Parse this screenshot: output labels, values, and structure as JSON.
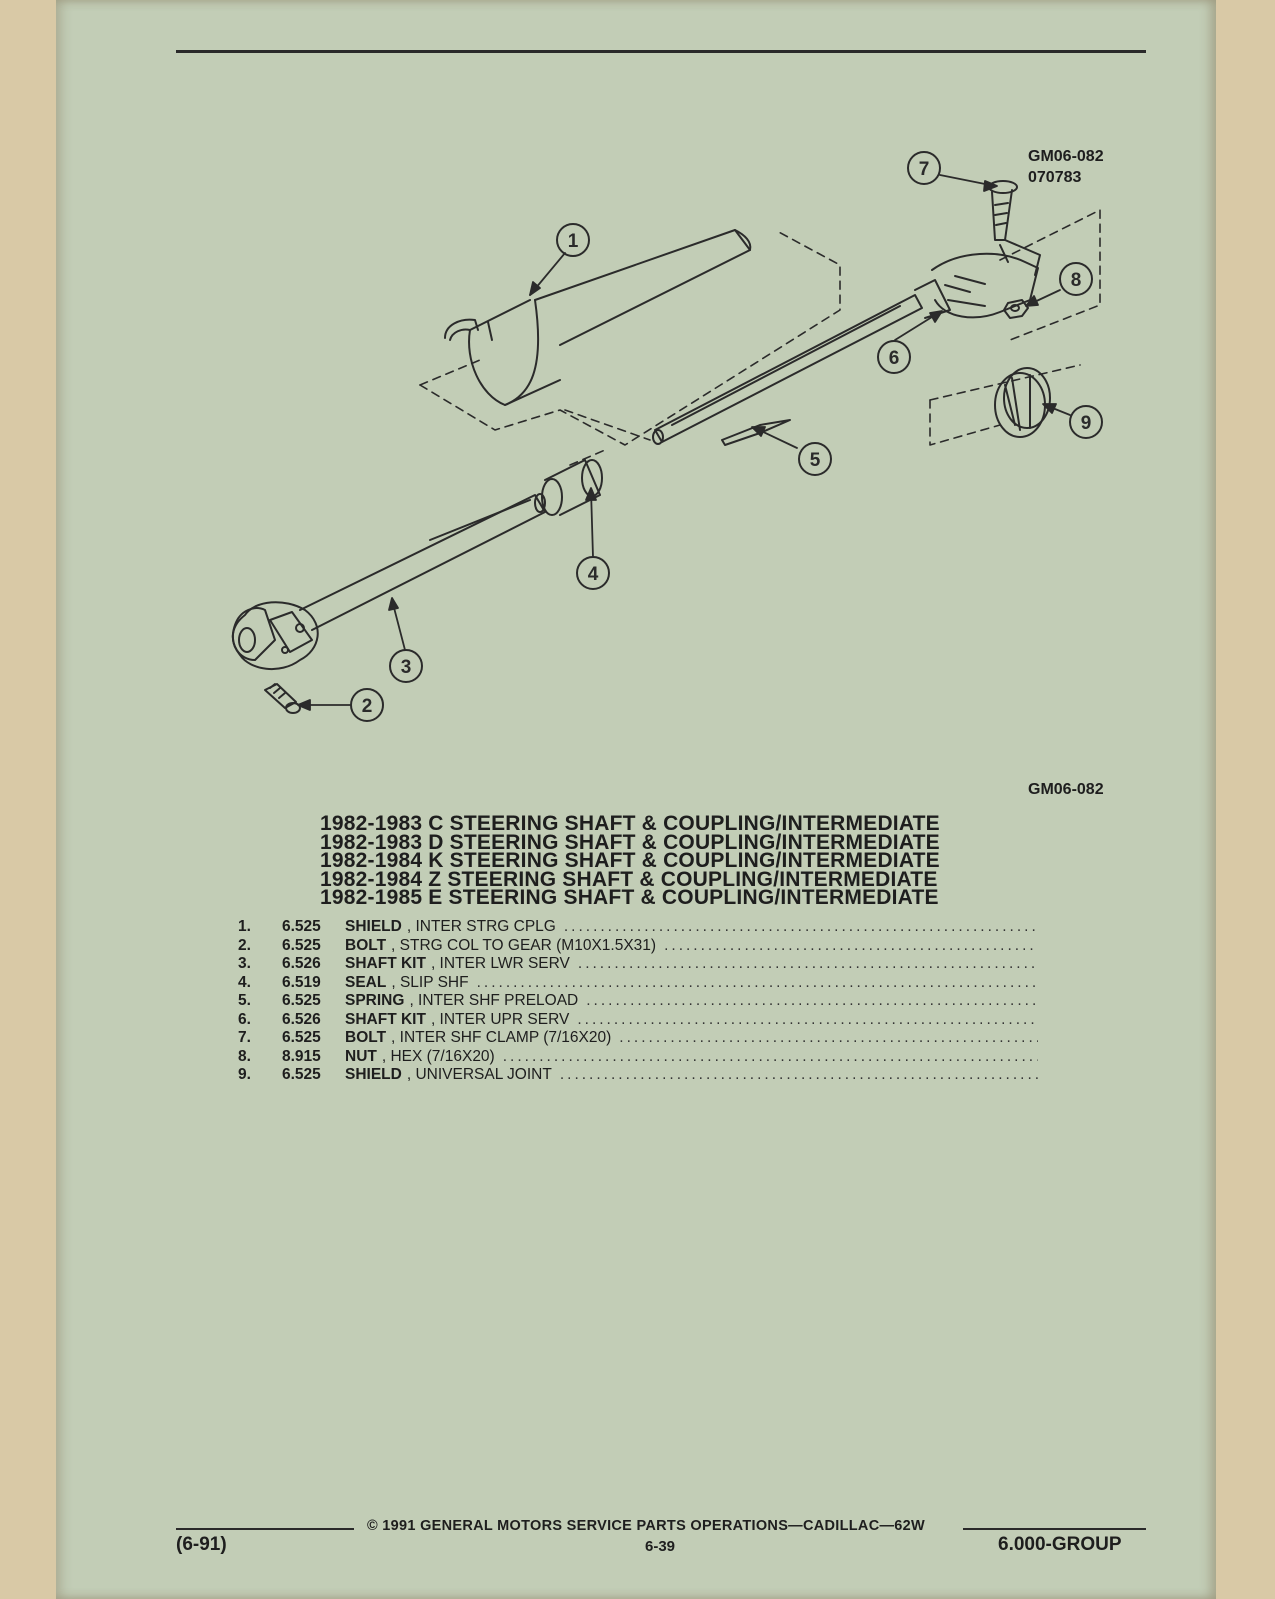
{
  "diagram": {
    "code_top": [
      "GM06-082",
      "070783"
    ],
    "code_bottom": "GM06-082",
    "callouts": [
      "1",
      "2",
      "3",
      "4",
      "5",
      "6",
      "7",
      "8",
      "9"
    ]
  },
  "titles": [
    "1982-1983 C STEERING SHAFT & COUPLING/INTERMEDIATE",
    "1982-1983 D STEERING SHAFT & COUPLING/INTERMEDIATE",
    "1982-1984 K STEERING SHAFT & COUPLING/INTERMEDIATE",
    "1982-1984 Z STEERING SHAFT & COUPLING/INTERMEDIATE",
    "1982-1985 E STEERING SHAFT & COUPLING/INTERMEDIATE"
  ],
  "parts": [
    {
      "num": "1.",
      "code": "6.525",
      "name": "SHIELD",
      "desc": ", INTER STRG CPLG"
    },
    {
      "num": "2.",
      "code": "6.525",
      "name": "BOLT",
      "desc": ", STRG COL TO GEAR (M10X1.5X31)"
    },
    {
      "num": "3.",
      "code": "6.526",
      "name": "SHAFT KIT",
      "desc": ", INTER LWR SERV"
    },
    {
      "num": "4.",
      "code": "6.519",
      "name": "SEAL",
      "desc": ", SLIP SHF"
    },
    {
      "num": "5.",
      "code": "6.525",
      "name": "SPRING",
      "desc": ", INTER SHF PRELOAD"
    },
    {
      "num": "6.",
      "code": "6.526",
      "name": "SHAFT KIT",
      "desc": ", INTER UPR SERV"
    },
    {
      "num": "7.",
      "code": "6.525",
      "name": "BOLT",
      "desc": ", INTER SHF CLAMP (7/16X20)"
    },
    {
      "num": "8.",
      "code": "8.915",
      "name": "NUT",
      "desc": ", HEX (7/16X20)"
    },
    {
      "num": "9.",
      "code": "6.525",
      "name": "SHIELD",
      "desc": ", UNIVERSAL JOINT"
    }
  ],
  "footer": {
    "copyright": "©  1991  GENERAL MOTORS SERVICE PARTS OPERATIONS—CADILLAC—62W",
    "left": "(6-91)",
    "center": "6-39",
    "right": "6.000-GROUP"
  }
}
